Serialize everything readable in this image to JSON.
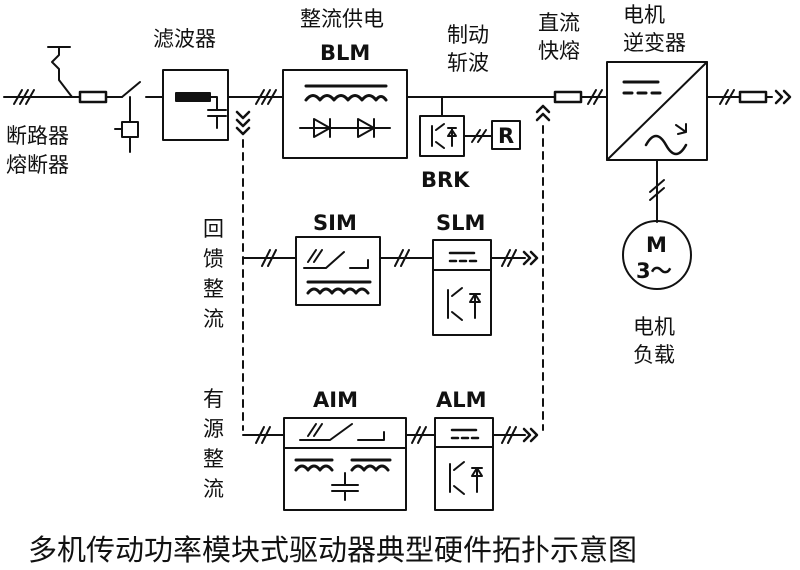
{
  "labels": {
    "filter": "滤波器",
    "blm_title": "整流供电",
    "blm": "BLM",
    "chopper_line1": "制动",
    "chopper_line2": "斩波",
    "fuse_line1": "直流",
    "fuse_line2": "快熔",
    "inverter_line1": "电机",
    "inverter_line2": "逆变器",
    "breaker_line1": "断路器",
    "breaker_line2": "熔断器",
    "brk": "BRK",
    "resistor": "R",
    "sim": "SIM",
    "slm": "SLM",
    "aim": "AIM",
    "alm": "ALM",
    "motor_symbol": "M",
    "motor_phase": "3～",
    "motor_load_line1": "电机",
    "motor_load_line2": "负载",
    "feedback_chars": [
      "回",
      "馈",
      "整",
      "流"
    ],
    "active_chars": [
      "有",
      "源",
      "整",
      "流"
    ]
  },
  "caption": "多机传动功率模块式驱动器典型硬件拓扑示意图",
  "colors": {
    "stroke": "#111111",
    "background": "#ffffff"
  }
}
